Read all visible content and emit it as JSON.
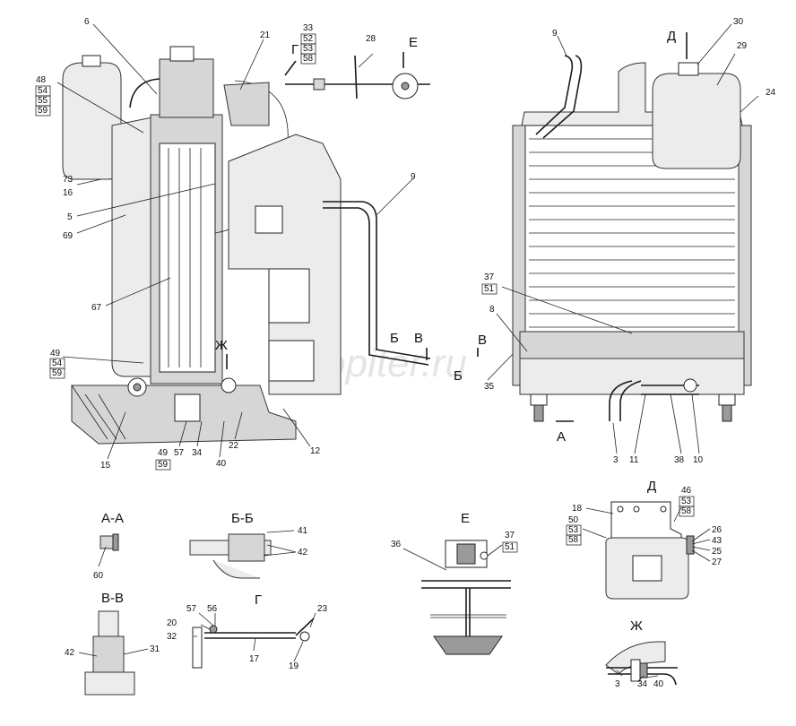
{
  "watermark": "autopiter.ru",
  "left_view_labels": {
    "p6": "6",
    "p21": "21",
    "p48": "48",
    "p54": "54",
    "p55": "55",
    "p59": "59",
    "p73": "73",
    "p16": "16",
    "p5": "5",
    "p69": "69",
    "p67": "67",
    "p49": "49",
    "p54b": "54",
    "p59b": "59",
    "p15": "15",
    "p49c": "49",
    "p59c": "59",
    "p57": "57",
    "p34": "34",
    "p40": "40",
    "p22": "22",
    "p12": "12",
    "p9": "9",
    "p35": "35",
    "p28": "28",
    "p33": "33",
    "p52": "52",
    "p53": "53",
    "p58": "58"
  },
  "right_view_labels": {
    "p9": "9",
    "p30": "30",
    "p29": "29",
    "p24": "24",
    "p37": "37",
    "p51": "51",
    "p8": "8",
    "p3": "3",
    "p11": "11",
    "p38": "38",
    "p10": "10"
  },
  "section_marks": {
    "G": "Г",
    "E": "Е",
    "D": "Д",
    "Zh": "Ж",
    "B1": "Б",
    "V1": "В",
    "V2": "В",
    "B2": "Б",
    "A1": "А",
    "A2": "А"
  },
  "section_titles": {
    "AA": "А-А",
    "BB": "Б-Б",
    "VV": "В-В",
    "G": "Г",
    "E": "Е",
    "D": "Д",
    "Zh": "Ж"
  },
  "detail_labels": {
    "aa_60": "60",
    "bb_41": "41",
    "bb_42": "42",
    "vv_42": "42",
    "vv_31": "31",
    "g_57": "57",
    "g_56": "56",
    "g_20": "20",
    "g_32": "32",
    "g_23": "23",
    "g_17": "17",
    "g_19": "19",
    "e_36": "36",
    "e_37": "37",
    "e_51": "51",
    "d_18": "18",
    "d_50": "50",
    "d_53": "53",
    "d_58": "58",
    "d_46": "46",
    "d_53b": "53",
    "d_58b": "58",
    "d_26": "26",
    "d_43": "43",
    "d_25": "25",
    "d_27": "27",
    "zh_3": "3",
    "zh_34": "34",
    "zh_40": "40"
  }
}
